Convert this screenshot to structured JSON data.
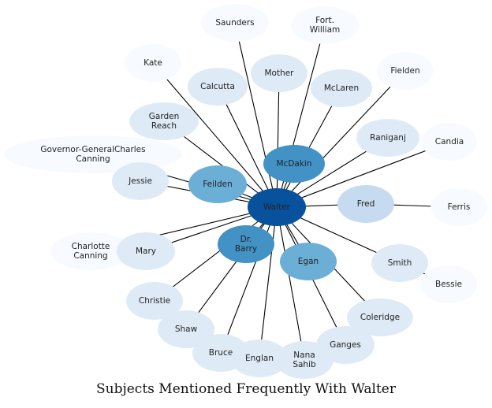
{
  "caption": "Subjects Mentioned Frequently With Walter",
  "center": {
    "id": "walter",
    "label": "Walter",
    "color": "#08519c"
  },
  "nodes": [
    {
      "id": "saunders",
      "label": "Saunders",
      "color": "#f7fbff"
    },
    {
      "id": "fort-william",
      "label": "Fort.\nWilliam",
      "color": "#f7fbff"
    },
    {
      "id": "kate",
      "label": "Kate",
      "color": "#f7fbff"
    },
    {
      "id": "mother",
      "label": "Mother",
      "color": "#deebf7"
    },
    {
      "id": "calcutta",
      "label": "Calcutta",
      "color": "#deebf7"
    },
    {
      "id": "mclaren",
      "label": "McLaren",
      "color": "#deebf7"
    },
    {
      "id": "fielden",
      "label": "Fielden",
      "color": "#f7fbff"
    },
    {
      "id": "garden-reach",
      "label": "Garden\nReach",
      "color": "#deebf7"
    },
    {
      "id": "raniganj",
      "label": "Raniganj",
      "color": "#deebf7"
    },
    {
      "id": "candia",
      "label": "Candia",
      "color": "#f7fbff"
    },
    {
      "id": "governor-general",
      "label": "Governor-GeneralCharles\nCanning",
      "color": "#f7fbff"
    },
    {
      "id": "mcdakin",
      "label": "McDakin",
      "color": "#4292c6"
    },
    {
      "id": "jessie",
      "label": "Jessie",
      "color": "#deebf7"
    },
    {
      "id": "feilden",
      "label": "Feilden",
      "color": "#6baed6"
    },
    {
      "id": "fred",
      "label": "Fred",
      "color": "#c6dbef"
    },
    {
      "id": "ferris",
      "label": "Ferris",
      "color": "#f7fbff"
    },
    {
      "id": "charlotte-canning",
      "label": "Charlotte\nCanning",
      "color": "#f7fbff"
    },
    {
      "id": "mary",
      "label": "Mary",
      "color": "#deebf7"
    },
    {
      "id": "dr-barry",
      "label": "Dr.\nBarry",
      "color": "#4292c6"
    },
    {
      "id": "egan",
      "label": "Egan",
      "color": "#6baed6"
    },
    {
      "id": "smith",
      "label": "Smith",
      "color": "#deebf7"
    },
    {
      "id": "bessie",
      "label": "Bessie",
      "color": "#f7fbff"
    },
    {
      "id": "christie",
      "label": "Christie",
      "color": "#deebf7"
    },
    {
      "id": "coleridge",
      "label": "Coleridge",
      "color": "#deebf7"
    },
    {
      "id": "shaw",
      "label": "Shaw",
      "color": "#deebf7"
    },
    {
      "id": "ganges",
      "label": "Ganges",
      "color": "#deebf7"
    },
    {
      "id": "bruce",
      "label": "Bruce",
      "color": "#deebf7"
    },
    {
      "id": "englan",
      "label": "Englan",
      "color": "#deebf7"
    },
    {
      "id": "nana-sahib",
      "label": "Nana\nSahib",
      "color": "#deebf7"
    }
  ],
  "edges": [
    [
      "walter",
      "saunders"
    ],
    [
      "walter",
      "fort-william"
    ],
    [
      "walter",
      "kate"
    ],
    [
      "walter",
      "mother"
    ],
    [
      "walter",
      "calcutta"
    ],
    [
      "walter",
      "mclaren"
    ],
    [
      "walter",
      "fielden"
    ],
    [
      "walter",
      "garden-reach"
    ],
    [
      "walter",
      "raniganj"
    ],
    [
      "walter",
      "candia"
    ],
    [
      "walter",
      "governor-general"
    ],
    [
      "walter",
      "mcdakin"
    ],
    [
      "walter",
      "jessie"
    ],
    [
      "walter",
      "feilden"
    ],
    [
      "walter",
      "fred"
    ],
    [
      "fred",
      "ferris"
    ],
    [
      "walter",
      "charlotte-canning"
    ],
    [
      "walter",
      "mary"
    ],
    [
      "walter",
      "dr-barry"
    ],
    [
      "walter",
      "egan"
    ],
    [
      "walter",
      "smith"
    ],
    [
      "smith",
      "bessie"
    ],
    [
      "walter",
      "christie"
    ],
    [
      "walter",
      "coleridge"
    ],
    [
      "walter",
      "shaw"
    ],
    [
      "walter",
      "ganges"
    ],
    [
      "walter",
      "bruce"
    ],
    [
      "walter",
      "englan"
    ],
    [
      "walter",
      "nana-sahib"
    ]
  ]
}
